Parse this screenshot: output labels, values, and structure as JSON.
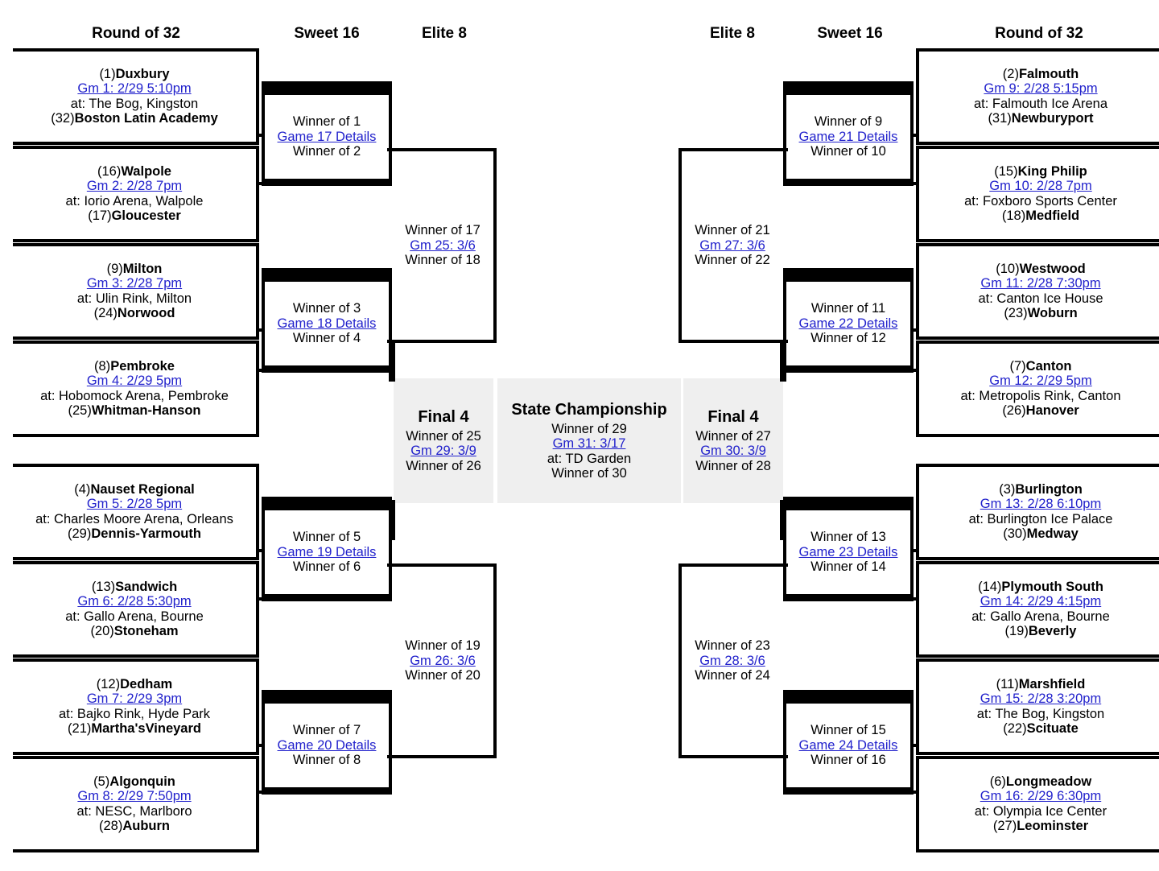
{
  "headers": {
    "left_r32": "Round of 32",
    "left_s16": "Sweet 16",
    "left_e8": "Elite 8",
    "right_e8": "Elite 8",
    "right_s16": "Sweet 16",
    "right_r32": "Round of 32"
  },
  "colors": {
    "link": "#2222cc",
    "panel_gray": "#efefef",
    "line": "#000000"
  },
  "round_of_32": {
    "left": [
      {
        "top_seed": "(1)",
        "top_team": "Duxbury",
        "game": "Gm 1: 2/29 5:10pm",
        "venue": "at: The Bog, Kingston",
        "bot_seed": "(32)",
        "bot_team": "Boston Latin Academy"
      },
      {
        "top_seed": "(16)",
        "top_team": "Walpole",
        "game": "Gm 2: 2/28 7pm",
        "venue": "at: Iorio Arena, Walpole",
        "bot_seed": "(17)",
        "bot_team": "Gloucester"
      },
      {
        "top_seed": "(9)",
        "top_team": "Milton",
        "game": "Gm 3: 2/28 7pm",
        "venue": "at: Ulin Rink, Milton",
        "bot_seed": "(24)",
        "bot_team": "Norwood"
      },
      {
        "top_seed": "(8)",
        "top_team": "Pembroke",
        "game": "Gm 4: 2/29 5pm",
        "venue": "at: Hobomock Arena, Pembroke",
        "bot_seed": "(25)",
        "bot_team": "Whitman-Hanson"
      },
      {
        "top_seed": "(4)",
        "top_team": "Nauset Regional",
        "game": "Gm 5: 2/28 5pm",
        "venue": "at: Charles Moore Arena, Orleans",
        "bot_seed": "(29)",
        "bot_team": "Dennis-Yarmouth"
      },
      {
        "top_seed": "(13)",
        "top_team": "Sandwich",
        "game": "Gm 6: 2/28 5:30pm",
        "venue": "at: Gallo Arena, Bourne",
        "bot_seed": "(20)",
        "bot_team": "Stoneham"
      },
      {
        "top_seed": "(12)",
        "top_team": "Dedham",
        "game": "Gm 7: 2/29 3pm",
        "venue": "at: Bajko Rink, Hyde Park",
        "bot_seed": "(21)",
        "bot_team": "Martha'sVineyard"
      },
      {
        "top_seed": "(5)",
        "top_team": "Algonquin",
        "game": "Gm 8: 2/29 7:50pm",
        "venue": "at: NESC, Marlboro",
        "bot_seed": "(28)",
        "bot_team": "Auburn"
      }
    ],
    "right": [
      {
        "top_seed": "(2)",
        "top_team": "Falmouth",
        "game": "Gm 9: 2/28 5:15pm",
        "venue": "at: Falmouth Ice Arena",
        "bot_seed": "(31)",
        "bot_team": "Newburyport"
      },
      {
        "top_seed": "(15)",
        "top_team": "King Philip",
        "game": "Gm 10: 2/28 7pm",
        "venue": "at: Foxboro Sports Center",
        "bot_seed": "(18)",
        "bot_team": "Medfield"
      },
      {
        "top_seed": "(10)",
        "top_team": "Westwood",
        "game": "Gm 11: 2/28 7:30pm",
        "venue": "at: Canton Ice House",
        "bot_seed": "(23)",
        "bot_team": "Woburn"
      },
      {
        "top_seed": "(7)",
        "top_team": "Canton",
        "game": "Gm 12: 2/29 5pm",
        "venue": "at: Metropolis Rink, Canton",
        "bot_seed": "(26)",
        "bot_team": "Hanover"
      },
      {
        "top_seed": "(3)",
        "top_team": "Burlington",
        "game": "Gm 13: 2/28 6:10pm",
        "venue": "at: Burlington Ice Palace",
        "bot_seed": "(30)",
        "bot_team": "Medway"
      },
      {
        "top_seed": "(14)",
        "top_team": "Plymouth South",
        "game": "Gm 14: 2/29 4:15pm",
        "venue": "at: Gallo Arena, Bourne",
        "bot_seed": "(19)",
        "bot_team": "Beverly"
      },
      {
        "top_seed": "(11)",
        "top_team": "Marshfield",
        "game": "Gm 15: 2/28 3:20pm",
        "venue": "at: The Bog, Kingston",
        "bot_seed": "(22)",
        "bot_team": "Scituate"
      },
      {
        "top_seed": "(6)",
        "top_team": "Longmeadow",
        "game": "Gm 16: 2/29 6:30pm",
        "venue": "at: Olympia Ice Center",
        "bot_seed": "(27)",
        "bot_team": "Leominster"
      }
    ]
  },
  "sweet_16": {
    "left": [
      {
        "top": "Winner of 1",
        "link": "Game 17 Details",
        "bottom": "Winner of 2"
      },
      {
        "top": "Winner of 3",
        "link": "Game 18 Details",
        "bottom": "Winner of 4"
      },
      {
        "top": "Winner of 5",
        "link": "Game 19 Details",
        "bottom": "Winner of 6"
      },
      {
        "top": "Winner of 7",
        "link": "Game 20 Details",
        "bottom": "Winner of 8"
      }
    ],
    "right": [
      {
        "top": "Winner of 9",
        "link": "Game 21 Details",
        "bottom": "Winner of 10"
      },
      {
        "top": "Winner of 11",
        "link": "Game 22 Details",
        "bottom": "Winner of 12"
      },
      {
        "top": "Winner of 13",
        "link": "Game 23 Details",
        "bottom": "Winner of 14"
      },
      {
        "top": "Winner of 15",
        "link": "Game 24 Details",
        "bottom": "Winner of 16"
      }
    ]
  },
  "elite_8": {
    "left": [
      {
        "top": "Winner of 17",
        "link": "Gm 25: 3/6",
        "bottom": "Winner of 18"
      },
      {
        "top": "Winner of 19",
        "link": "Gm 26: 3/6",
        "bottom": "Winner of 20"
      }
    ],
    "right": [
      {
        "top": "Winner of 21",
        "link": "Gm 27: 3/6",
        "bottom": "Winner of 22"
      },
      {
        "top": "Winner of 23",
        "link": "Gm 28: 3/6",
        "bottom": "Winner of 24"
      }
    ]
  },
  "final_4": {
    "left": {
      "title": "Final 4",
      "top": "Winner of 25",
      "link": "Gm 29: 3/9",
      "bottom": "Winner of 26"
    },
    "right": {
      "title": "Final 4",
      "top": "Winner of 27",
      "link": "Gm 30: 3/9",
      "bottom": "Winner of 28"
    }
  },
  "state_championship": {
    "title": "State Championship",
    "top": "Winner of 29",
    "link": "Gm 31: 3/17",
    "venue": "at: TD Garden",
    "bottom": "Winner of 30"
  }
}
